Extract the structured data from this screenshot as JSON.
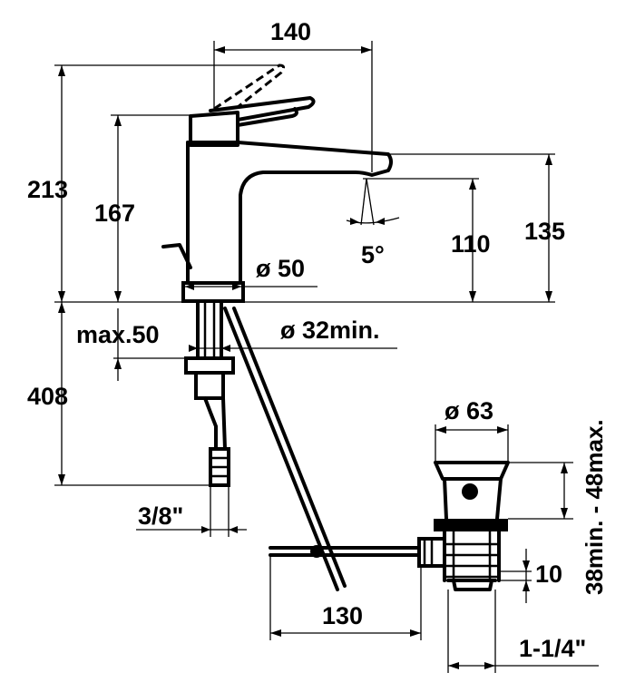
{
  "dimensions": {
    "spout_width": "140",
    "total_height": "213",
    "lever_height": "167",
    "spout_clearance": "110",
    "spout_height": "135",
    "spray_angle": "5°",
    "base_diameter": "ø 50",
    "max_deck_thickness": "max.50",
    "hole_diameter": "ø 32min.",
    "hose_length": "408",
    "hose_connection": "3/8\"",
    "drain_diameter": "ø 63",
    "drain_depth": "38min. - 48max.",
    "drain_offset": "10",
    "rod_length": "130",
    "drain_thread": "1-1/4\""
  }
}
